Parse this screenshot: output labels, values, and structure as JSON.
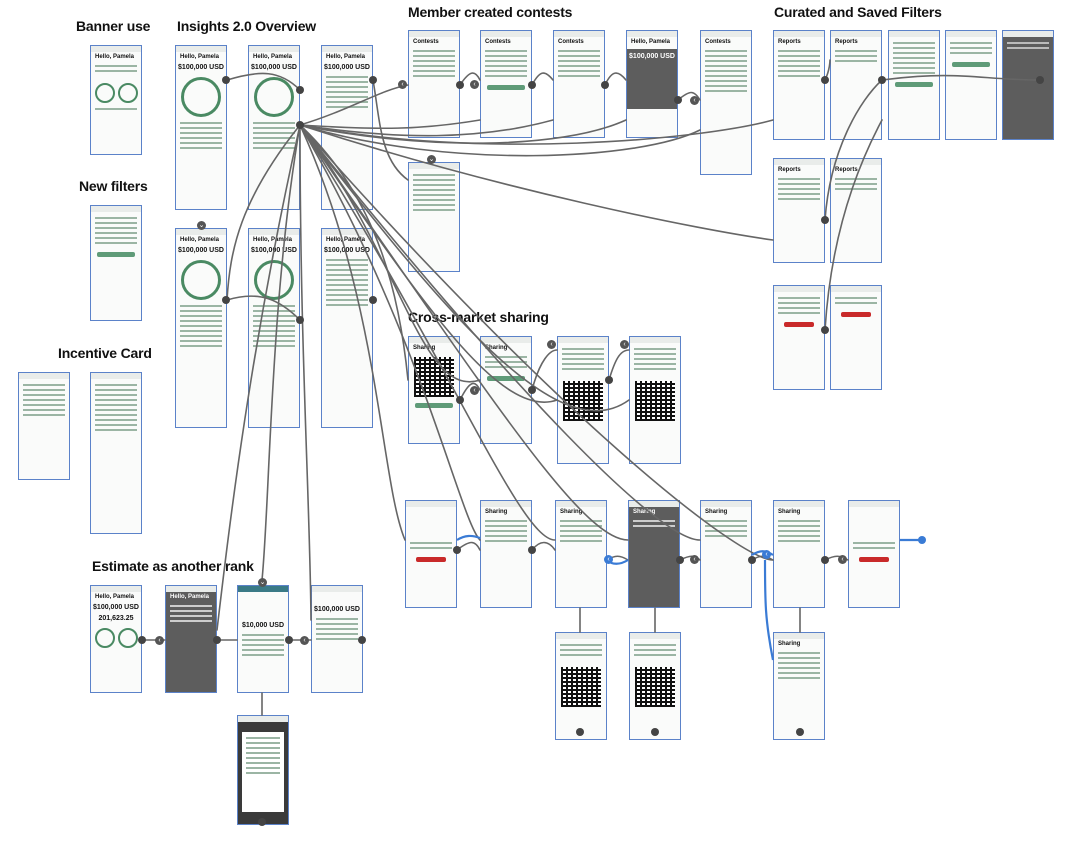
{
  "sections": {
    "banner_use": "Banner use",
    "insights_overview": "Insights 2.0 Overview",
    "member_contests": "Member created contests",
    "curated_filters": "Curated and Saved Filters",
    "new_filters": "New filters",
    "incentive_card": "Incentive Card",
    "cross_market": "Cross-market sharing",
    "estimate_rank": "Estimate as another rank"
  },
  "screens": {
    "greeting": "Hello, Pamela",
    "amount": "$100,000 USD",
    "amount_small": "$10,000 USD",
    "points": "201,623.25",
    "contests": "Contests",
    "reports": "Reports",
    "sharing": "Sharing"
  },
  "colors": {
    "frame_border": "#5b82c9",
    "accent_green": "#5f9b78",
    "connector": "#666666",
    "selected_connector": "#3a7bd5",
    "danger": "#c92a2a"
  }
}
